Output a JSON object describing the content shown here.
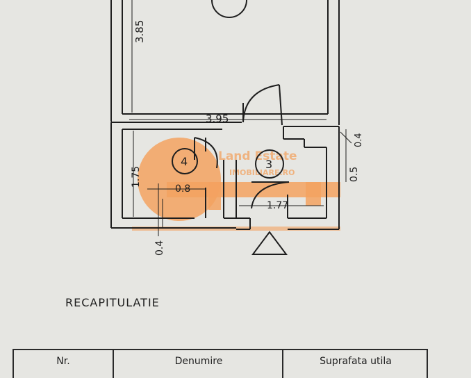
{
  "plan": {
    "room_numbers": {
      "room_top": "",
      "room_4": "4",
      "room_3": "3"
    },
    "dimensions": {
      "d_3_85": "3.85",
      "d_3_95": "3.95",
      "d_1_75": "1.75",
      "d_0_8": "0.8",
      "d_1_77": "1.77",
      "d_0_4_left": "0.4",
      "d_0_4_right": "0.4",
      "d_0_5": "0.5"
    },
    "watermark": {
      "brand": "Land Estate",
      "sub": "IMOBILIARE.RO"
    }
  },
  "summary": {
    "heading": "RECAPITULATIE",
    "columns": [
      "Nr.",
      "Denumire",
      "Suprafata utila"
    ]
  },
  "colors": {
    "ink": "#1e1e1e",
    "paper": "#e6e6e2",
    "watermark": "#f3a260"
  }
}
